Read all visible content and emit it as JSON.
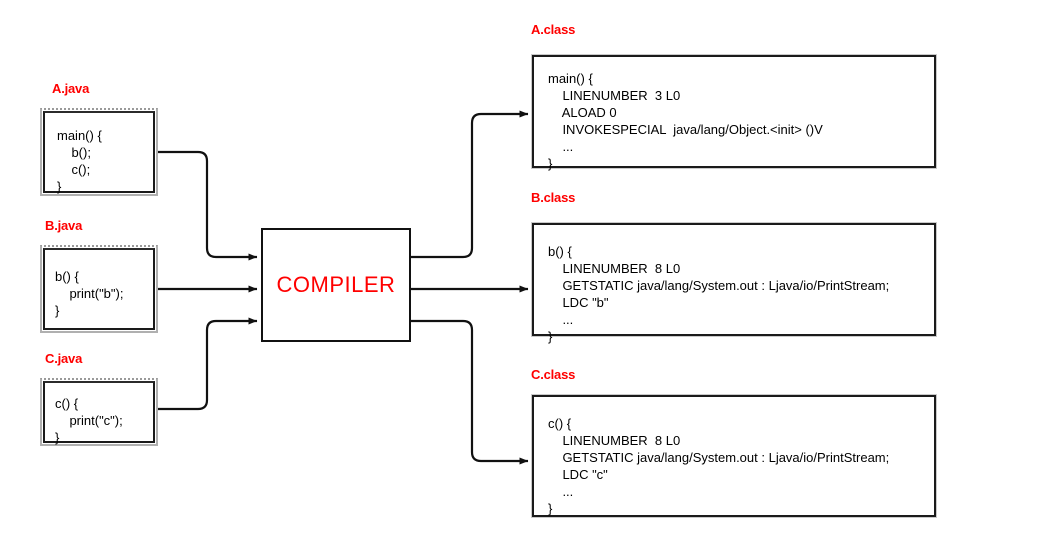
{
  "diagram": {
    "title_text": "Java compilation pipeline",
    "accent_color": "#ff0000",
    "line_color": "#111111",
    "background": "#ffffff"
  },
  "compiler": {
    "label": "COMPILER",
    "name": "compiler-node"
  },
  "sources": [
    {
      "label": "A.java",
      "lines": "main() {\n    b();\n    c();\n}"
    },
    {
      "label": "B.java",
      "lines": "b() {\n    print(\"b\");\n}"
    },
    {
      "label": "C.java",
      "lines": "c() {\n    print(\"c\");\n}"
    }
  ],
  "outputs": [
    {
      "label": "A.class",
      "lines": "main() {\n    LINENUMBER  3 L0\n    ALOAD 0\n    INVOKESPECIAL  java/lang/Object.<init> ()V\n    ...\n}"
    },
    {
      "label": "B.class",
      "lines": "b() {\n    LINENUMBER  8 L0\n    GETSTATIC java/lang/System.out : Ljava/io/PrintStream;\n    LDC \"b\"\n    ...\n}"
    },
    {
      "label": "C.class",
      "lines": "c() {\n    LINENUMBER  8 L0\n    GETSTATIC java/lang/System.out : Ljava/io/PrintStream;\n    LDC \"c\"\n    ...\n}"
    }
  ],
  "edges": [
    {
      "name": "edge-ajava-to-compiler",
      "from": "A.java",
      "to": "COMPILER"
    },
    {
      "name": "edge-bjava-to-compiler",
      "from": "B.java",
      "to": "COMPILER"
    },
    {
      "name": "edge-cjava-to-compiler",
      "from": "C.java",
      "to": "COMPILER"
    },
    {
      "name": "edge-compiler-to-aclass",
      "from": "COMPILER",
      "to": "A.class"
    },
    {
      "name": "edge-compiler-to-bclass",
      "from": "COMPILER",
      "to": "B.class"
    },
    {
      "name": "edge-compiler-to-cclass",
      "from": "COMPILER",
      "to": "C.class"
    }
  ]
}
